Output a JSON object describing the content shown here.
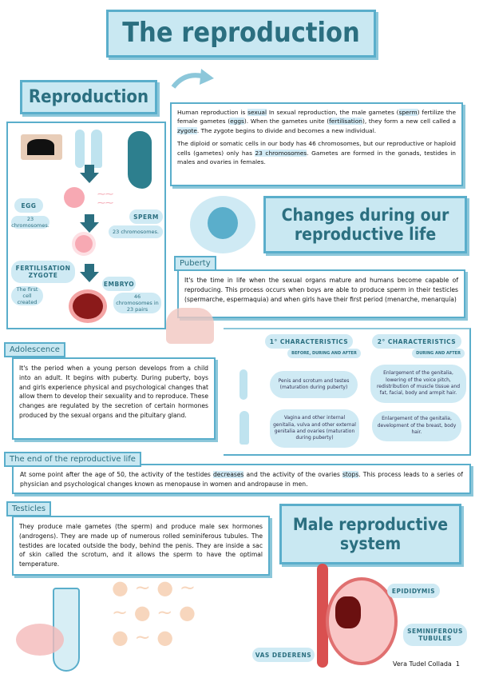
{
  "title": "The reproduction",
  "reproduction": {
    "heading": "Reproduction",
    "p1": [
      "Human reproduction is ",
      "sexual",
      " In sexual reproduction, the male gametes (",
      "sperm",
      ") fertilize the female gametes (",
      "eggs",
      "). When the gametes unite (",
      "fertilisation",
      "), they form a new cell called a ",
      "zygote",
      ". The zygote begins to divide and becomes a new individual."
    ],
    "p2": [
      "The diploid or somatic cells in our body has 46 chromosomes, but our reproductive or haploid cells (gametes) only has ",
      "23 chromosomes",
      ". Gametes are formed in the gonads, testides in males and ovaries in females."
    ]
  },
  "diagram": {
    "egg": "EGG",
    "egg_desc": "23 chromosomes.",
    "sperm": "SPERM",
    "sperm_desc": "23 chromosomes.",
    "fert1": "FERTILISATION",
    "fert2": "ZYGOTE",
    "fert_desc": "The first cell created",
    "embryo": "EMBRYO",
    "embryo_desc": "46 chromosomes in 23 pairs"
  },
  "changes": {
    "heading": "Changes during our reproductive life"
  },
  "puberty": {
    "label": "Puberty",
    "text": "It's the time in life when the sexual organs mature and humans become capable of reproducing. This process occurs when boys are able to produce sperm in their testicles (spermarche, espermaquia) and when girls have their first period (menarche, menarquía)"
  },
  "adolescence": {
    "label": "Adolescence",
    "text": "It's the period when a young person develops from a child into an adult. It begins with puberty. During puberty, boys and girls experience physical and psychological changes that allow them to develop their sexuality and to reproduce. These changes are regulated by the secretion of certain hormones produced by the sexual organs and the pituitary gland."
  },
  "characteristics": {
    "primary": "1° CHARACTERISTICS",
    "primary_sub": "BEFORE, DURING AND AFTER",
    "secondary": "2° CHARACTERISTICS",
    "secondary_sub": "DURING AND AFTER",
    "male_primary": "Penis and scrotum and testes (maturation during puberty)",
    "male_secondary": "Enlargement of the genitalia, lowering of the voice pitch, redistribution of muscle tissue and fat, facial, body and armpit hair.",
    "female_primary": "Vagina and other internal genitalia, vulva and other external genitalia and ovaries (maturation during puberty)",
    "female_secondary": "Enlargement of the genitalia, development of the breast, body hair."
  },
  "end": {
    "label": "The end of the  reproductive life",
    "text": [
      "At some point after the age of 50, the activity of the testides ",
      "decreases",
      " and the activity of the ovaries ",
      "stops",
      ". This process leads to a series of physician and psychological changes known as menopause in women and andropause in men."
    ]
  },
  "testicles": {
    "label": "Testicles",
    "text": "They produce male gametes (the sperm) and produce male sex hormones (androgens). They are made up of numerous rolled seminiferous tubules. The testides are located outside the body, behind the penis. They are inside a sac of skin called the scrotum, and it allows the sperm to have the optimal temperature."
  },
  "male": {
    "heading": "Male reproductive system",
    "epididymis": "EPIDIDYMIS",
    "seminiferous1": "SEMINIFEROUS",
    "seminiferous2": "TUBULES",
    "vas": "VAS DEDERENS"
  },
  "footer": {
    "author": "Vera Tudel Collada",
    "page": "1"
  },
  "colors": {
    "accent": "#5aaecb",
    "title_text": "#2b6f80",
    "panel": "#c9e8f2"
  }
}
